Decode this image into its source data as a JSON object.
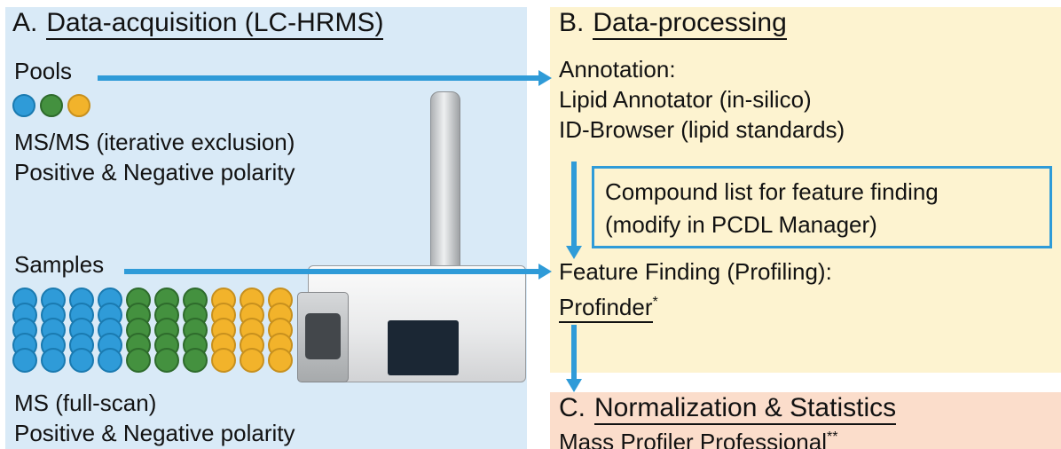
{
  "panel_a": {
    "title_prefix": "A.",
    "title": "Data-acquisition (LC-HRMS)",
    "pools": {
      "label": "Pools",
      "circles": [
        "blue",
        "green",
        "yellow"
      ],
      "line1": "MS/MS (iterative exclusion)",
      "line2": "Positive & Negative polarity"
    },
    "samples": {
      "label": "Samples",
      "stacks": [
        "blue",
        "blue",
        "blue",
        "blue",
        "green",
        "green",
        "green",
        "yellow",
        "yellow",
        "yellow"
      ],
      "circles_per_stack": 5,
      "line1": "MS (full-scan)",
      "line2": "Positive & Negative polarity"
    }
  },
  "panel_b": {
    "title_prefix": "B.",
    "title": "Data-processing",
    "annotation_heading": "Annotation:",
    "annotation_line1": "Lipid Annotator (in-silico)",
    "annotation_line2": "ID-Browser (lipid standards)",
    "compound_box_line1": "Compound list for feature finding",
    "compound_box_line2": "(modify in PCDL Manager)",
    "feature_heading": "Feature Finding (Profiling):",
    "feature_tool": "Profinder",
    "feature_tool_note": "*"
  },
  "panel_c": {
    "title_prefix": "C.",
    "title": "Normalization & Statistics",
    "tool": "Mass Profiler Professional",
    "tool_note": "**"
  },
  "colors": {
    "panels": {
      "a": "#d9eaf7",
      "b": "#fdf3d0",
      "c": "#fbddcb"
    },
    "arrow": "#2f9bd8",
    "circles": {
      "blue": {
        "fill": "#2f9bd8",
        "edge": "#1a7ab0"
      },
      "green": {
        "fill": "#44913f",
        "edge": "#2e6b2c"
      },
      "yellow": {
        "fill": "#f2b32b",
        "edge": "#c7901e"
      }
    }
  }
}
